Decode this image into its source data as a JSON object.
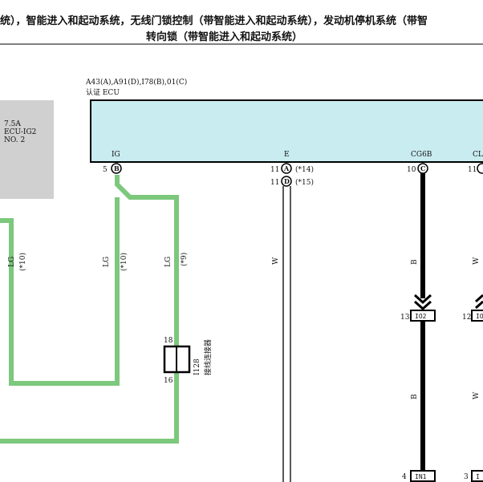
{
  "header": {
    "line1": "统），智能进入和起动系统，无线门锁控制（带智能进入和起动系统），发动机停机系统（带智",
    "line2": "转向锁（带智能进入和起动系统）"
  },
  "ecu": {
    "connectors": "A43(A),A91(D),I78(B),01(C)",
    "name": "认证 ECU",
    "terminals": {
      "ig": "IG",
      "e": "E",
      "cg6b": "CG6B",
      "cla": "CLA"
    }
  },
  "fuse": {
    "line1": "7.5A",
    "line2": "ECU-IG2",
    "line3": "NO. 2"
  },
  "pins": {
    "ig_num": "5",
    "ig_conn": "B",
    "e1_num": "11",
    "e1_conn": "A",
    "e1_note": "(*14)",
    "e2_num": "11",
    "e2_conn": "D",
    "e2_note": "(*15)",
    "cg6b_num": "10",
    "cg6b_conn": "C",
    "cla_num": "11"
  },
  "wires": {
    "w1_color": "LG",
    "w1_note": "(*10)",
    "w2_color": "LG",
    "w2_note": "(*10)",
    "w3_color": "LG",
    "w3_note": "(*9)",
    "e_color": "W",
    "b_color_upper": "B",
    "b_color_lower": "B",
    "w_right_upper": "W",
    "w_right_lower": "W"
  },
  "junction": {
    "pin_top": "18",
    "pin_bottom": "16",
    "id": "I128",
    "name": "接线连接器"
  },
  "inline_connectors": {
    "io2_num": "13",
    "io2_id": "IO2",
    "io2b_num": "12",
    "io2b_id": "IO",
    "in1_num": "4",
    "in1_id": "IN1",
    "in1b_num": "3",
    "in1b_id": "I"
  },
  "colors": {
    "lg_wire": "#7cc87c",
    "fuse_box": "#d0d0d0",
    "ecu_box": "#c8ecf0",
    "black": "#000000"
  }
}
